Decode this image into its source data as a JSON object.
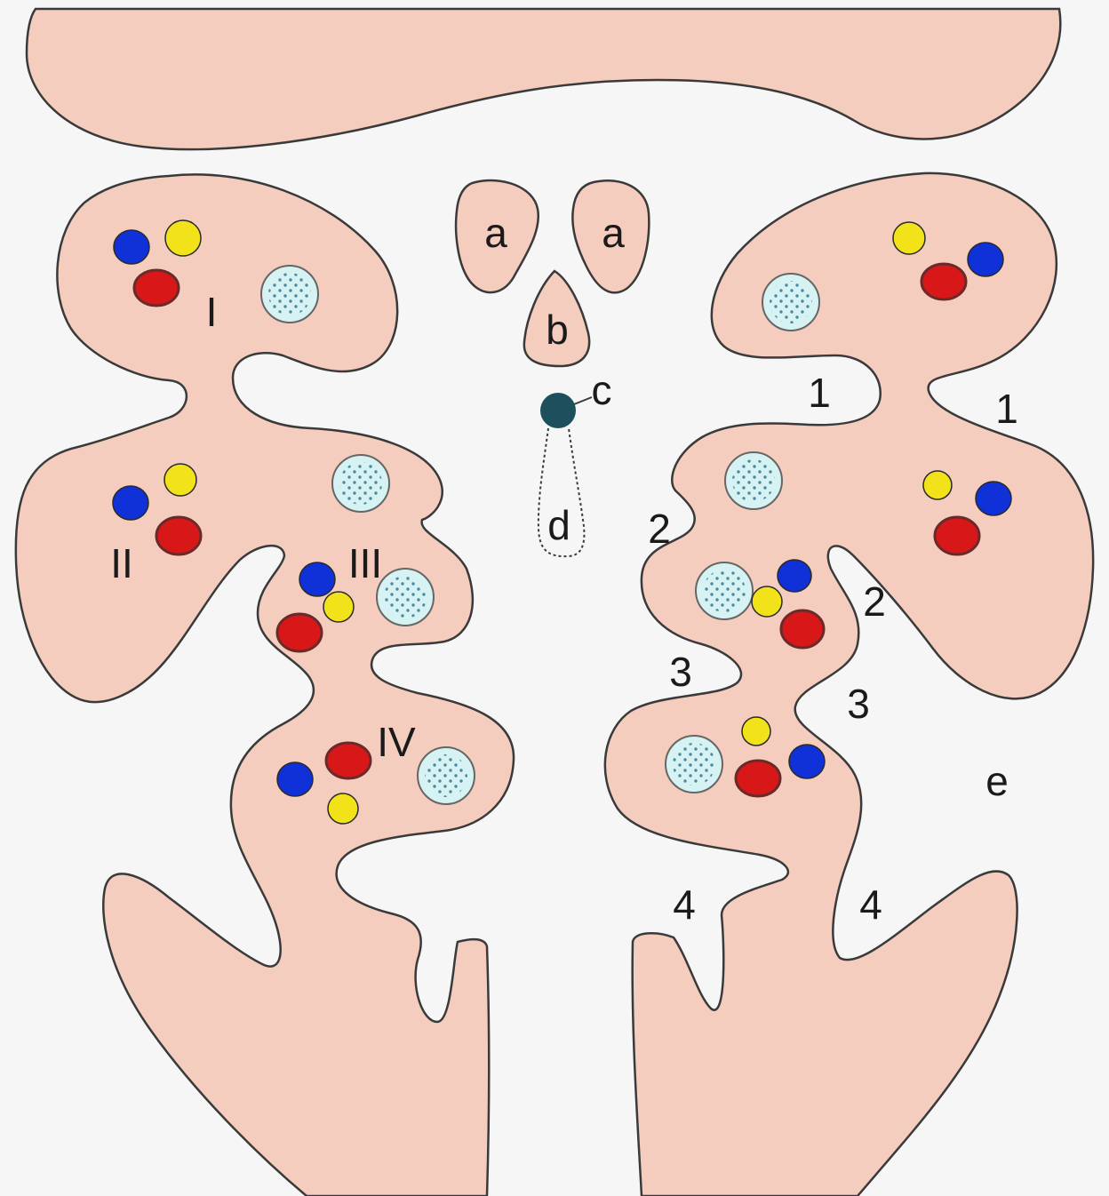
{
  "colors": {
    "tissue": "#f4cdbf",
    "tissue_dark": "#eebda9",
    "outline": "#3a3a3a",
    "background": "#f6f6f6",
    "blue": "#1030d8",
    "yellow": "#f2e21a",
    "red": "#d81818",
    "dotted": "#d6f2f2",
    "dot": "#4a8aa0",
    "nerve": "#1d4f5c",
    "text": "#1a1a1a"
  },
  "labels": {
    "top_left_a": "a",
    "top_right_a": "a",
    "b": "b",
    "c": "c",
    "d": "d",
    "e": "e",
    "arch_I": "I",
    "arch_II": "II",
    "arch_III": "III",
    "arch_IV": "IV",
    "groove_1_left": "1",
    "groove_1_right": "1",
    "groove_2_left": "2",
    "groove_2_right": "2",
    "groove_3_left": "3",
    "groove_3_right": "3",
    "groove_4_left": "4",
    "groove_4_right": "4"
  },
  "legend_icons": [
    "blue-circle-icon",
    "yellow-circle-icon",
    "red-circle-icon",
    "dotted-circle-icon"
  ]
}
